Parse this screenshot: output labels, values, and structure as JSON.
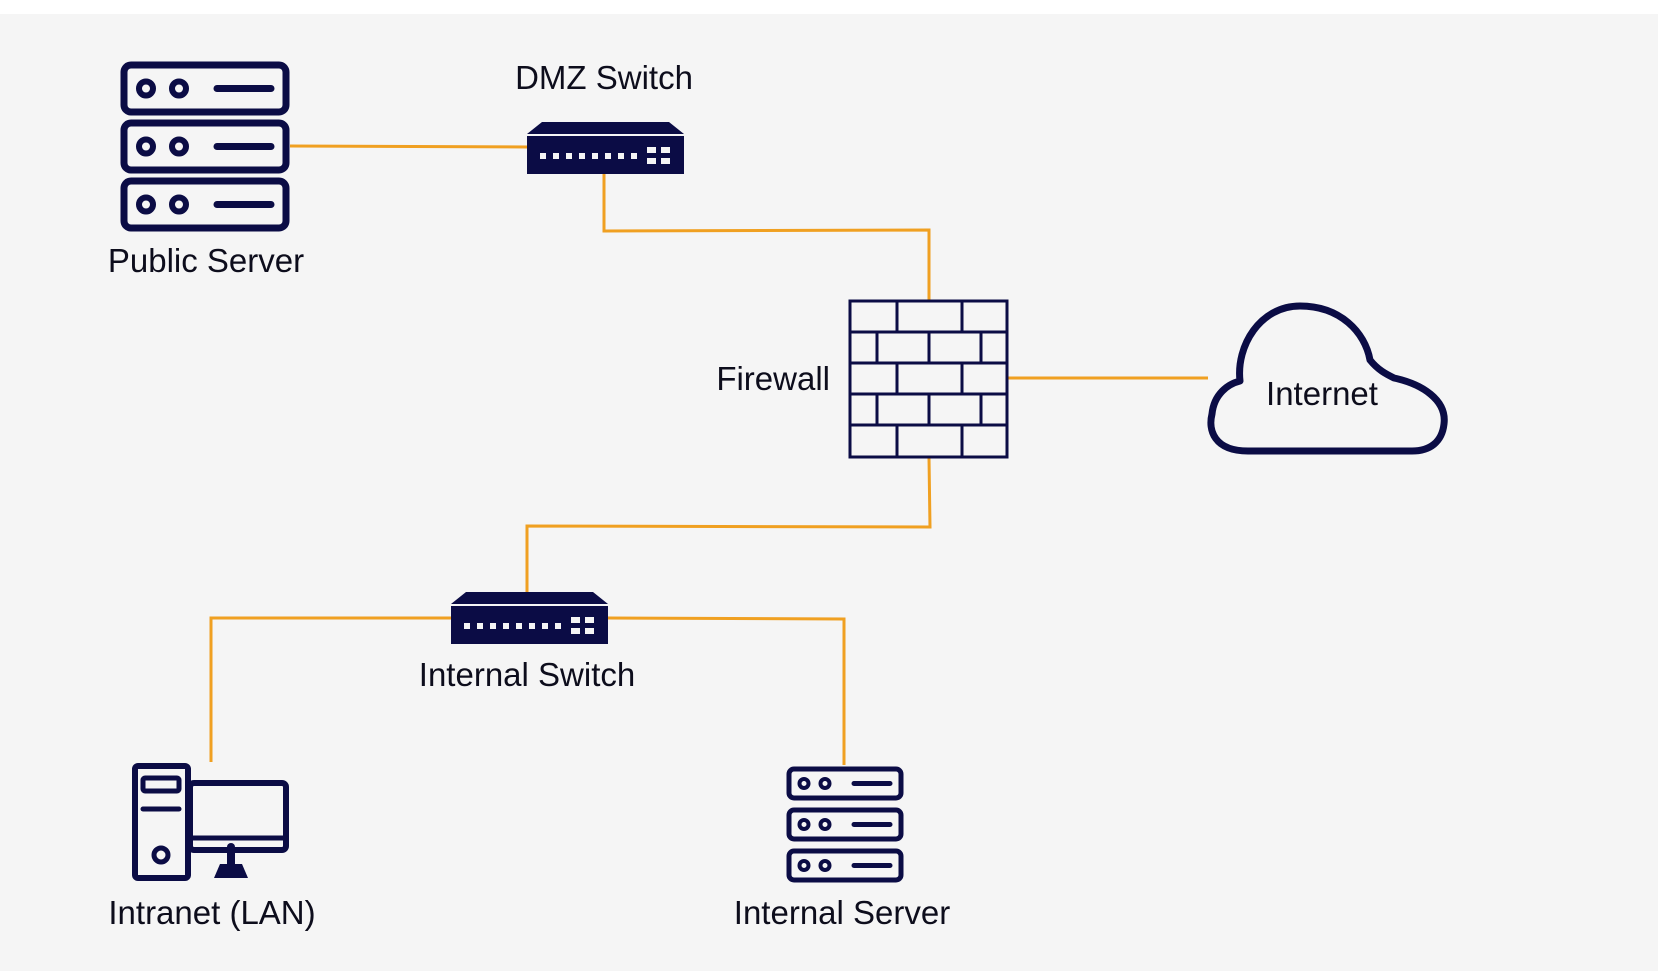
{
  "nodes": {
    "public_server": {
      "label": "Public Server",
      "icon": "server-rack-icon"
    },
    "dmz_switch": {
      "label": "DMZ Switch",
      "icon": "network-switch-icon"
    },
    "firewall": {
      "label": "Firewall",
      "icon": "brick-wall-icon"
    },
    "internet": {
      "label": "Internet",
      "icon": "cloud-icon"
    },
    "internal_switch": {
      "label": "Internal Switch",
      "icon": "network-switch-icon"
    },
    "intranet": {
      "label": "Intranet (LAN)",
      "icon": "desktop-computer-icon"
    },
    "internal_server": {
      "label": "Internal Server",
      "icon": "server-rack-icon"
    }
  },
  "links": [
    {
      "from": "Public Server",
      "to": "DMZ Switch"
    },
    {
      "from": "DMZ Switch",
      "to": "Firewall"
    },
    {
      "from": "Firewall",
      "to": "Internet"
    },
    {
      "from": "Firewall",
      "to": "Internal Switch"
    },
    {
      "from": "Internal Switch",
      "to": "Intranet (LAN)"
    },
    {
      "from": "Internal Switch",
      "to": "Internal Server"
    }
  ],
  "colors": {
    "icon": "#0b0c45",
    "link": "#f0a021",
    "background": "#f5f5f5"
  }
}
